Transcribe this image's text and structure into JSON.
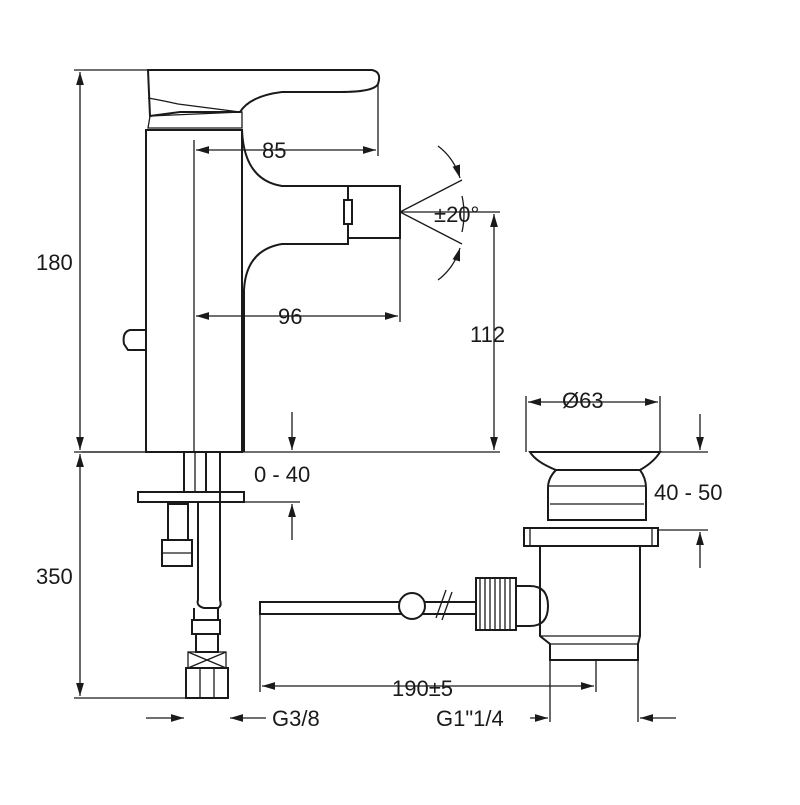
{
  "dimensions": {
    "spout_reach": "85",
    "swivel_angle": "±20°",
    "height_total": "180",
    "jet_reach": "96",
    "jet_height": "112",
    "deck_thickness": "0 - 40",
    "waste_diameter": "Ø63",
    "waste_height": "40 - 50",
    "hose_length": "350",
    "rod_length": "190±5",
    "inlet_thread": "G3/8",
    "waste_thread": "G1\"1/4"
  },
  "colors": {
    "line": "#1a1a1a",
    "background": "#ffffff"
  }
}
